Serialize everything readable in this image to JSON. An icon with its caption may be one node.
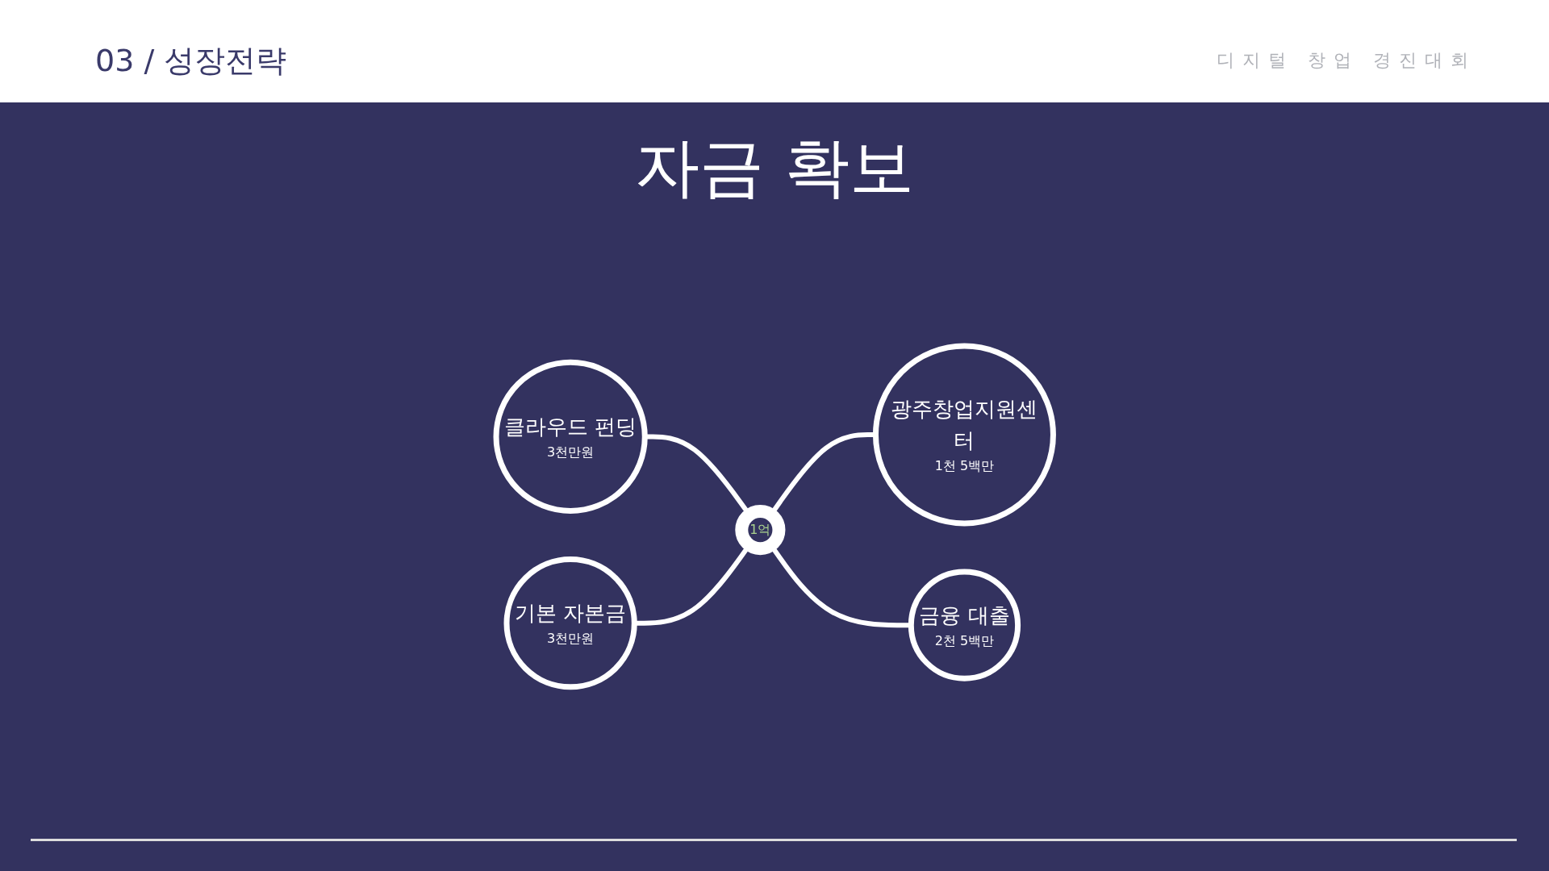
{
  "diagram": {
    "title": "자금 확보",
    "nodes": [
      {
        "text": [
          "클라우드 펀딩",
          "3천만원"
        ]
      },
      {
        "text": [
          "광주창업지원센터",
          "1천 5백만"
        ]
      },
      {
        "text": [
          "1억"
        ]
      },
      {
        "text": [
          "기본 자본금",
          "3천만원"
        ]
      },
      {
        "text": [
          "금융 대출",
          "2천 5백만"
        ]
      }
    ],
    "edges": [
      {
        "from": 0,
        "to": 2,
        "arrow": "none"
      },
      {
        "from": 2,
        "to": 1,
        "arrow": "none"
      },
      {
        "from": 3,
        "to": 2,
        "arrow": "none"
      },
      {
        "from": 2,
        "to": 4,
        "arrow": "none"
      }
    ],
    "labels": [
      "03 / 성장전략",
      "디지털 창업 경진대회"
    ]
  }
}
